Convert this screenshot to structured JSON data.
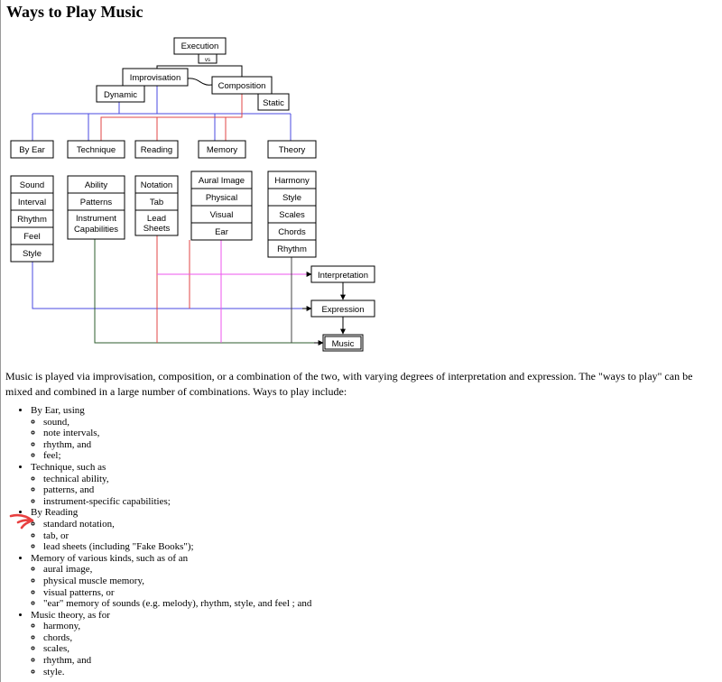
{
  "title": "Ways to Play Music",
  "diagram": {
    "top": {
      "execution": "Execution",
      "vs": "vs",
      "improvisation": "Improvisation",
      "composition": "Composition",
      "dynamic": "Dynamic",
      "static": "Static"
    },
    "columns": [
      {
        "label": "By Ear",
        "items": [
          "Sound",
          "Interval",
          "Rhythm",
          "Feel",
          "Style"
        ]
      },
      {
        "label": "Technique",
        "items": [
          "Ability",
          "Patterns",
          "Instrument Capabilities"
        ]
      },
      {
        "label": "Reading",
        "items": [
          "Notation",
          "Tab",
          "Lead Sheets"
        ]
      },
      {
        "label": "Memory",
        "items": [
          "Aural Image",
          "Physical",
          "Visual",
          "Ear"
        ]
      },
      {
        "label": "Theory",
        "items": [
          "Harmony",
          "Style",
          "Scales",
          "Chords",
          "Rhythm"
        ]
      }
    ],
    "outputs": {
      "interpretation": "Interpretation",
      "expression": "Expression",
      "music": "Music"
    },
    "colors": {
      "blue": "#4a4ae0",
      "red": "#e04545",
      "pink": "#ee55ee",
      "green": "#2e5e2e",
      "annotation": "#e84040"
    }
  },
  "intro": "Music is played via improvisation, composition, or a combination of the two, with varying degrees of interpretation and expression. The \"ways to play\" can be mixed and combined in a large number of combinations.  Ways to play include:",
  "list": [
    {
      "label": "By Ear, using",
      "subitems": [
        "sound,",
        "note intervals,",
        "rhythm, and",
        "feel;"
      ]
    },
    {
      "label": "Technique, such as",
      "subitems": [
        "technical ability,",
        "patterns, and",
        "instrument-specific capabilities;"
      ]
    },
    {
      "label": "By Reading",
      "subitems": [
        "standard notation,",
        "tab, or",
        "lead sheets (including \"Fake Books\");"
      ]
    },
    {
      "label": "Memory of various kinds, such as of an",
      "subitems": [
        "aural image,",
        "physical muscle memory,",
        "visual patterns, or",
        "\"ear\" memory of sounds (e.g. melody), rhythm, style, and feel ; and"
      ]
    },
    {
      "label": "Music theory, as for",
      "subitems": [
        "harmony,",
        "chords,",
        "scales,",
        "rhythm, and",
        "style."
      ]
    }
  ]
}
